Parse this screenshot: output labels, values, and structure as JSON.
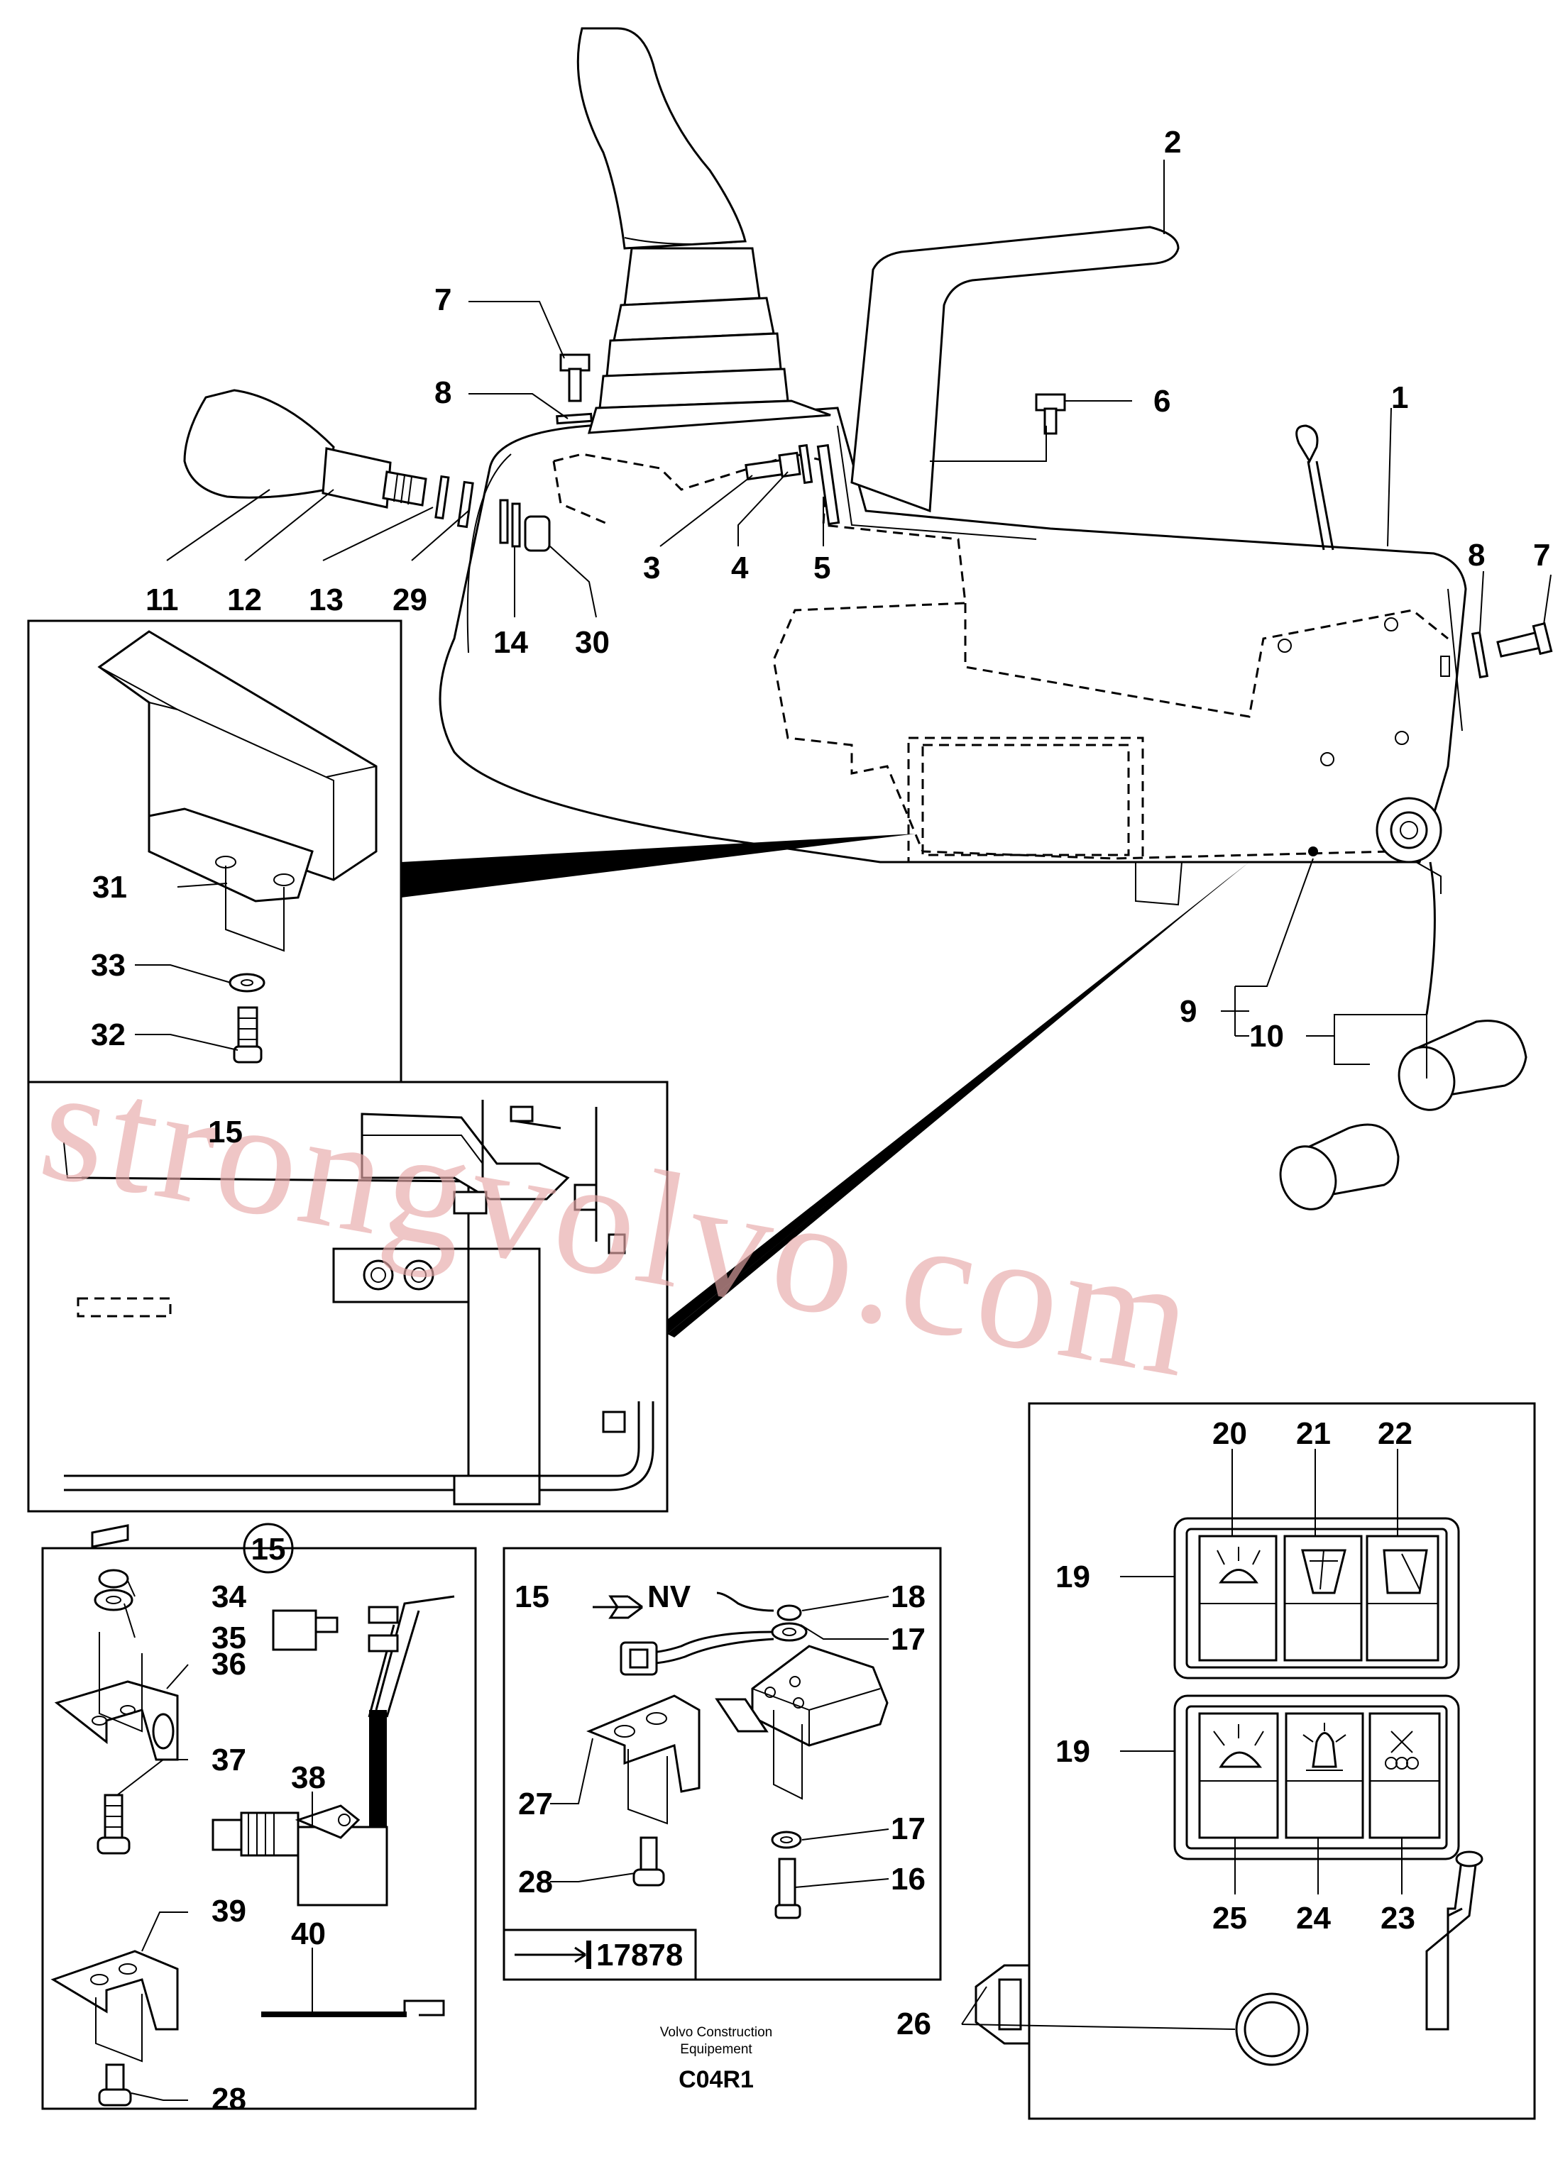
{
  "watermark": "strongvolvo.com",
  "footer": {
    "company_line1": "Volvo Construction",
    "company_line2": "Equipement",
    "code": "C04R1"
  },
  "reference_box": {
    "text": "17878"
  },
  "nv_label": "NV",
  "circle_label": "15",
  "callouts": [
    "1",
    "2",
    "3",
    "4",
    "5",
    "6",
    "7",
    "7",
    "8",
    "8",
    "9",
    "10",
    "11",
    "12",
    "13",
    "29",
    "14",
    "30",
    "15",
    "15",
    "20",
    "21",
    "22",
    "19",
    "19",
    "25",
    "24",
    "23",
    "26",
    "31",
    "33",
    "32",
    "34",
    "35",
    "36",
    "37",
    "38",
    "39",
    "40",
    "28",
    "18",
    "17",
    "17",
    "16",
    "27",
    "28"
  ]
}
